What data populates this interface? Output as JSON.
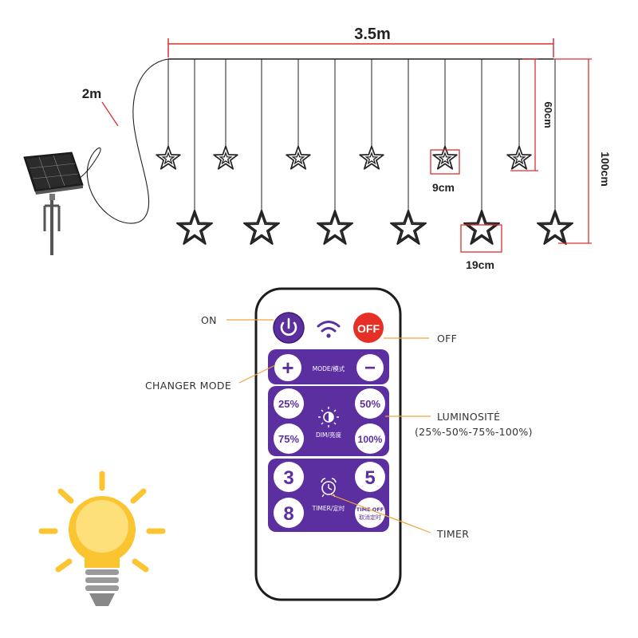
{
  "dimensions": {
    "width": "3.5m",
    "cable": "2m",
    "short_drop": "60cm",
    "long_drop": "100cm",
    "small_star": "9cm",
    "big_star": "19cm"
  },
  "callouts": {
    "on": "ON",
    "off": "OFF",
    "mode": "CHANGER MODE",
    "luminosite": "LUMINOSITÉ",
    "luminosite_detail": "(25%-50%-75%-100%)",
    "timer": "TIMER"
  },
  "remote": {
    "off_label": "OFF",
    "plus": "+",
    "minus": "−",
    "mode_label": "MODE/模式",
    "dim": [
      "25%",
      "50%",
      "75%",
      "100%"
    ],
    "dim_label": "DIM/亮度",
    "timers": [
      "3",
      "5",
      "8"
    ],
    "timer_label": "TIMER/定时",
    "time_off": "TIME OFF",
    "time_off_cn": "取消定时"
  },
  "colors": {
    "accent_purple": "#5b2fa0",
    "off_red": "#e63027",
    "dimension_red": "#d93030",
    "callout_line": "#f2a33a",
    "bulb_yellow": "#fbc531",
    "bulb_base": "#9a9a9a"
  }
}
